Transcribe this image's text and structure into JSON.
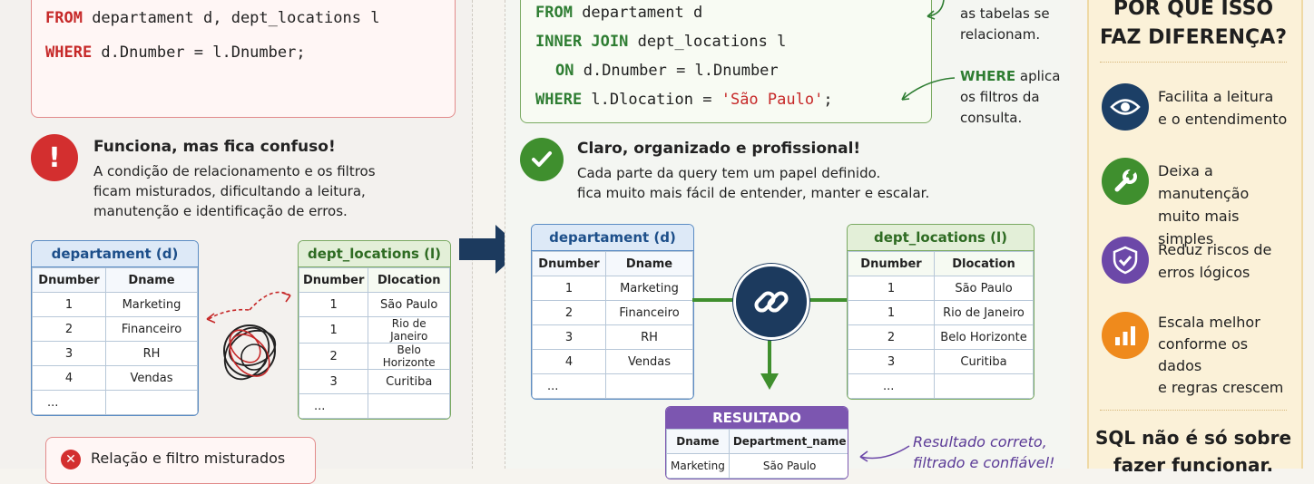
{
  "left": {
    "code": {
      "line1_kw": "FROM",
      "line1_rest": " departament d, dept_locations l",
      "line2_kw": "WHERE",
      "line2_rest": " d.Dnumber = l.Dnumber;"
    },
    "warning": {
      "title": "Funciona, mas fica confuso!",
      "body": [
        "A condição de relacionamento e os filtros",
        "ficam misturados, dificultando a leitura,",
        "manutenção e identificação de erros."
      ]
    },
    "table_dept": {
      "title": "departament (d)",
      "columns": [
        "Dnumber",
        "Dname"
      ],
      "rows": [
        [
          "1",
          "Marketing"
        ],
        [
          "2",
          "Financeiro"
        ],
        [
          "3",
          "RH"
        ],
        [
          "4",
          "Vendas"
        ],
        [
          "...",
          ""
        ]
      ]
    },
    "table_loc": {
      "title": "dept_locations (l)",
      "columns": [
        "Dnumber",
        "Dlocation"
      ],
      "rows": [
        [
          "1",
          "São Paulo"
        ],
        [
          "1",
          "Rio de Janeiro"
        ],
        [
          "2",
          "Belo Horizonte"
        ],
        [
          "3",
          "Curitiba"
        ],
        [
          "...",
          ""
        ]
      ]
    },
    "bottom_note": "Relação e filtro misturados"
  },
  "mid": {
    "code": {
      "line1_kw": "FROM",
      "line1_rest": " departament d",
      "line2_kw": "INNER JOIN",
      "line2_rest": " dept_locations l",
      "line3_kw": "ON",
      "line3_rest": " d.Dnumber = l.Dnumber",
      "line4_kw": "WHERE",
      "line4_rest": " l.Dlocation = ",
      "line4_str": "'São Paulo'",
      "line4_end": ";"
    },
    "annotations": {
      "top_lines": [
        "as tabelas se",
        "relacionam."
      ],
      "where_kw": "WHERE",
      "where_rest": " aplica",
      "where_lines": [
        "os filtros da",
        "consulta."
      ]
    },
    "success": {
      "title": "Claro, organizado e profissional!",
      "body": [
        "Cada parte da query tem um papel definido.",
        "fica muito mais fácil de entender, manter e escalar."
      ]
    },
    "table_dept": {
      "title": "departament (d)",
      "columns": [
        "Dnumber",
        "Dname"
      ],
      "rows": [
        [
          "1",
          "Marketing"
        ],
        [
          "2",
          "Financeiro"
        ],
        [
          "3",
          "RH"
        ],
        [
          "4",
          "Vendas"
        ],
        [
          "...",
          ""
        ]
      ]
    },
    "table_loc": {
      "title": "dept_locations (l)",
      "columns": [
        "Dnumber",
        "Dlocation"
      ],
      "rows": [
        [
          "1",
          "São Paulo"
        ],
        [
          "1",
          "Rio de Janeiro"
        ],
        [
          "2",
          "Belo Horizonte"
        ],
        [
          "3",
          "Curitiba"
        ],
        [
          "...",
          ""
        ]
      ]
    },
    "result": {
      "title": "RESULTADO",
      "columns": [
        "Dname",
        "Department_name"
      ],
      "rows": [
        [
          "Marketing",
          "São Paulo"
        ]
      ]
    },
    "result_note": [
      "Resultado correto,",
      "filtrado e confiável!"
    ]
  },
  "right": {
    "title_lines": [
      "POR QUE ISSO",
      "FAZ DIFERENÇA?"
    ],
    "benefits": [
      {
        "icon": "eye-icon",
        "color": "#1c3f66",
        "lines": [
          "Facilita a leitura",
          "e o entendimento"
        ]
      },
      {
        "icon": "wrench-icon",
        "color": "#3f8f2e",
        "lines": [
          "Deixa a manutenção",
          "muito mais simples"
        ]
      },
      {
        "icon": "shield-check-icon",
        "color": "#6c48a8",
        "lines": [
          "Reduz riscos de",
          "erros lógicos"
        ]
      },
      {
        "icon": "bar-chart-icon",
        "color": "#ef8a1c",
        "lines": [
          "Escala melhor",
          "conforme os dados",
          "e regras crescem"
        ]
      }
    ],
    "footer_lines": [
      "SQL não é só sobre",
      "fazer funcionar."
    ]
  },
  "colors": {
    "red": "#c62828",
    "green": "#2e7d32",
    "blue": "#1d4f8a",
    "purple": "#7c56b0",
    "navy": "#1c3f66"
  }
}
